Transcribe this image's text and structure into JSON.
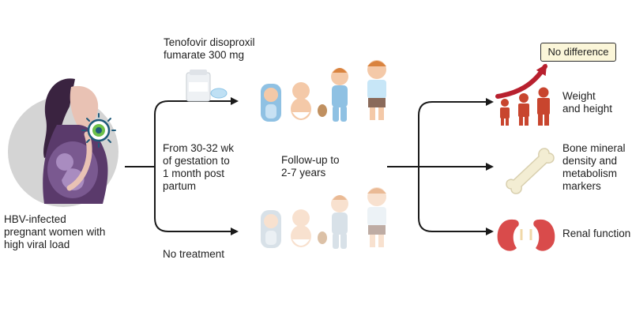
{
  "mother_label": [
    "HBV-infected",
    "pregnant women with",
    "high viral load"
  ],
  "treatment": {
    "drug": [
      "Tenofovir disoproxil",
      "fumarate 300 mg"
    ],
    "duration": [
      "From 30-32 wk",
      "of gestation to",
      "1 month post",
      "partum"
    ]
  },
  "control": {
    "label": "No treatment"
  },
  "followup": [
    "Follow-up to",
    "2-7 years"
  ],
  "result_badge": "No difference",
  "outcomes": [
    {
      "icon": "growth-people-icon",
      "label": [
        "Weight",
        "and height"
      ]
    },
    {
      "icon": "bone-icon",
      "label": [
        "Bone mineral",
        "density and",
        "metabolism",
        "markers"
      ]
    },
    {
      "icon": "kidney-icon",
      "label": [
        "Renal function"
      ]
    }
  ],
  "colors": {
    "line": "#1a1a1a",
    "mother_bg": "#d4d4d4",
    "mother_body": "#5a3a6b",
    "arrow_red": "#b8202e",
    "people": "#c8452e",
    "skin": "#f4c9a8",
    "hair": "#d9833f",
    "pajama_blue": "#8fc1e3"
  }
}
